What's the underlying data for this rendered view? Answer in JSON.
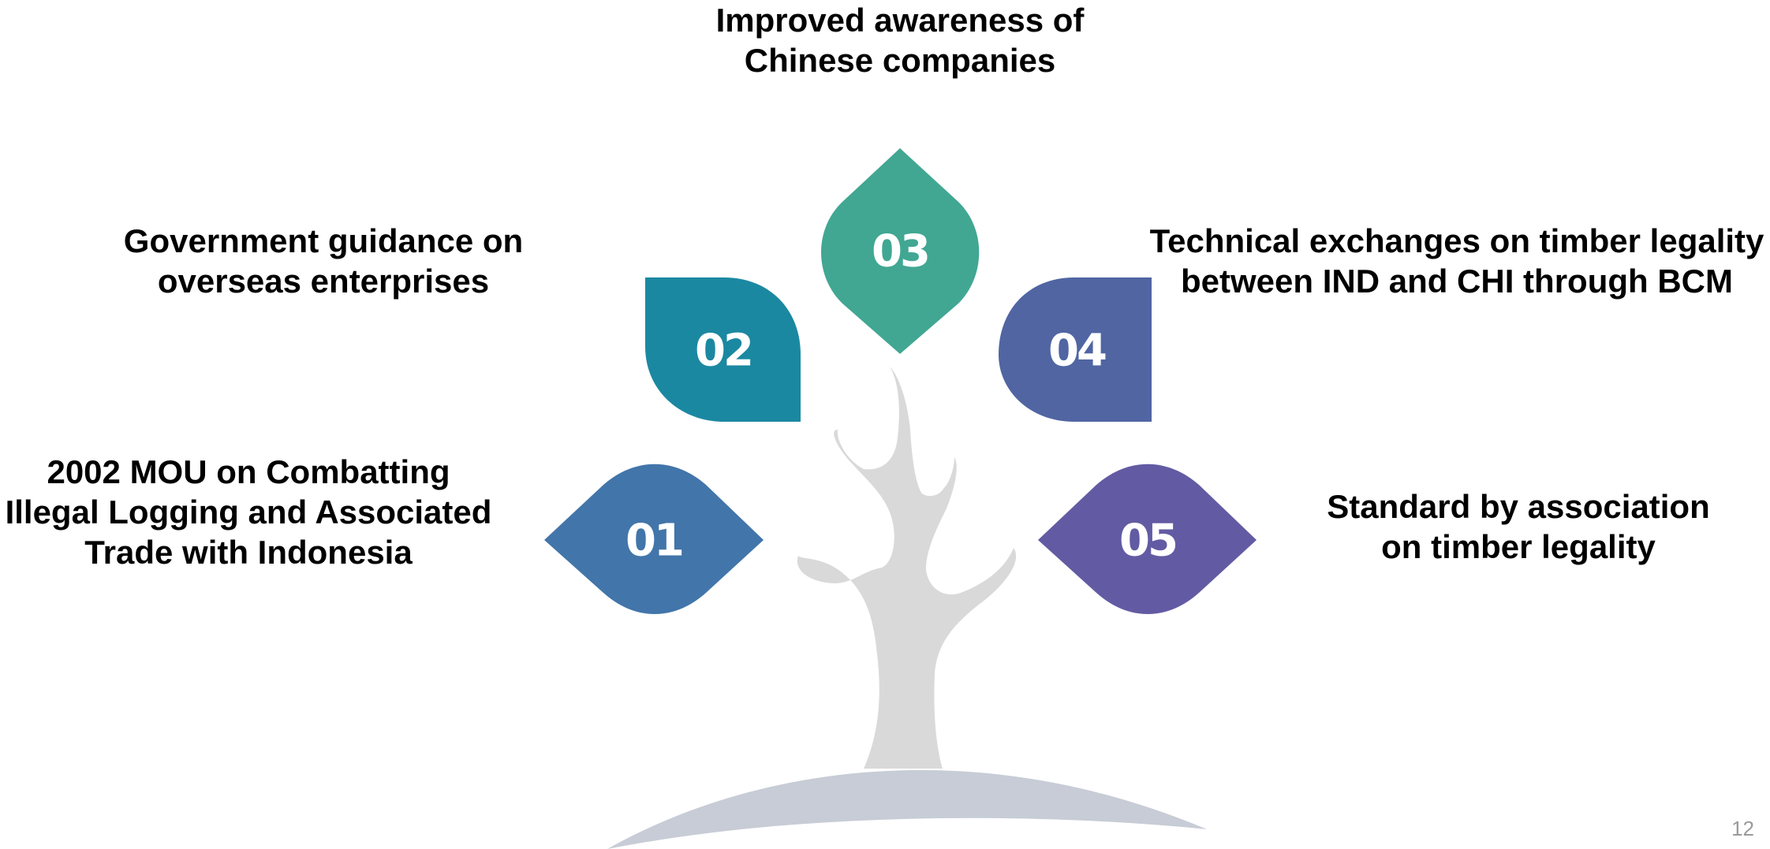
{
  "colors": {
    "item_01": "#4275AA",
    "item_02": "#1B88A1",
    "item_03": "#41A792",
    "item_04": "#5065A2",
    "item_05": "#625BA3",
    "tree": "#D9D9D9",
    "ground": "#C7CCD6"
  },
  "items": [
    {
      "number": "01",
      "lines": [
        "2002 MOU on Combatting",
        "Illegal Logging and Associated",
        "Trade with Indonesia"
      ]
    },
    {
      "number": "02",
      "lines": [
        "Government guidance on",
        "overseas enterprises"
      ]
    },
    {
      "number": "03",
      "lines": [
        "Improved awareness of",
        "Chinese companies"
      ]
    },
    {
      "number": "04",
      "lines": [
        "Technical exchanges on timber legality",
        "between IND and CHI through BCM"
      ]
    },
    {
      "number": "05",
      "lines": [
        "Standard by association",
        "on timber legality"
      ]
    }
  ],
  "page_number": "12"
}
